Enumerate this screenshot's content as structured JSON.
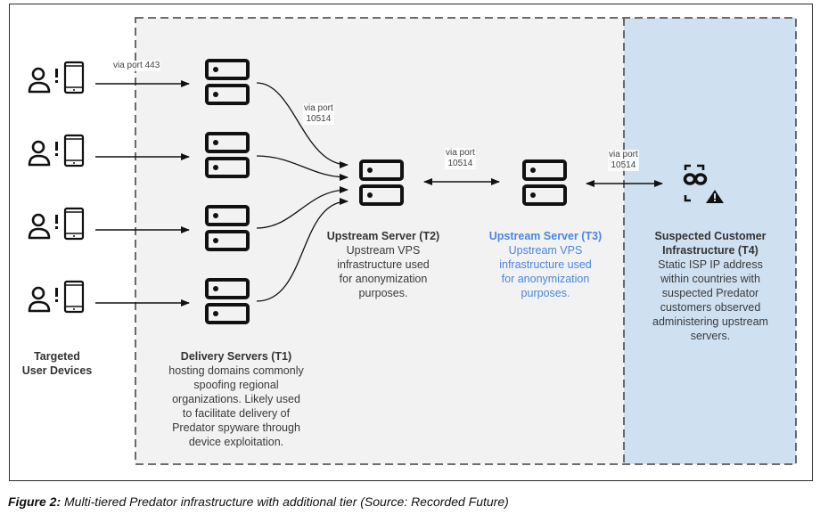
{
  "figure": {
    "caption_label": "Figure 2:",
    "caption_text": " Multi-tiered Predator infrastructure with additional tier (Source: Recorded Future)"
  },
  "colors": {
    "region_gray": "#f2f2f2",
    "region_blue": "#cfe0f1",
    "accent_blue_text": "#4a86e0",
    "dash_border": "#5a5a5a",
    "stroke": "#111111"
  },
  "nodes": {
    "targeted": {
      "title": "Targeted",
      "title2": "User Devices",
      "count": 4,
      "icons": [
        "user-icon",
        "alert-exclamation-icon",
        "smartphone-icon"
      ]
    },
    "t1": {
      "title": "Delivery Servers (T1)",
      "lines": [
        "hosting domains commonly",
        "spoofing regional",
        "organizations. Likely used",
        "to facilitate delivery of",
        "Predator spyware through",
        "device exploitation."
      ],
      "count": 4,
      "icon": "server-icon"
    },
    "t2": {
      "title": "Upstream Server (T2)",
      "lines": [
        "Upstream VPS",
        "infrastructure used",
        "for anonymization",
        "purposes."
      ],
      "icon": "server-icon"
    },
    "t3": {
      "title": "Upstream Server (T3)",
      "lines": [
        "Upstream VPS",
        "infrastructure used",
        "for anonymization",
        "purposes."
      ],
      "icon": "server-icon",
      "highlight": true
    },
    "t4": {
      "title": "Suspected Customer",
      "title2": "Infrastructure (T4)",
      "lines": [
        "Static ISP IP address",
        "within countries with",
        "suspected Predator",
        "customers observed",
        "administering upstream",
        "servers."
      ],
      "icon": "masked-actor-warning-icon"
    }
  },
  "edges": {
    "devices_to_t1": {
      "label": "via port 443",
      "direction": "one-way"
    },
    "t1_to_t2": {
      "label_line1": "via port",
      "label_line2": "10514",
      "direction": "one-way"
    },
    "t2_t3": {
      "label_line1": "via port",
      "label_line2": "10514",
      "direction": "two-way"
    },
    "t3_t4": {
      "label_line1": "via port",
      "label_line2": "10514",
      "direction": "two-way"
    }
  }
}
